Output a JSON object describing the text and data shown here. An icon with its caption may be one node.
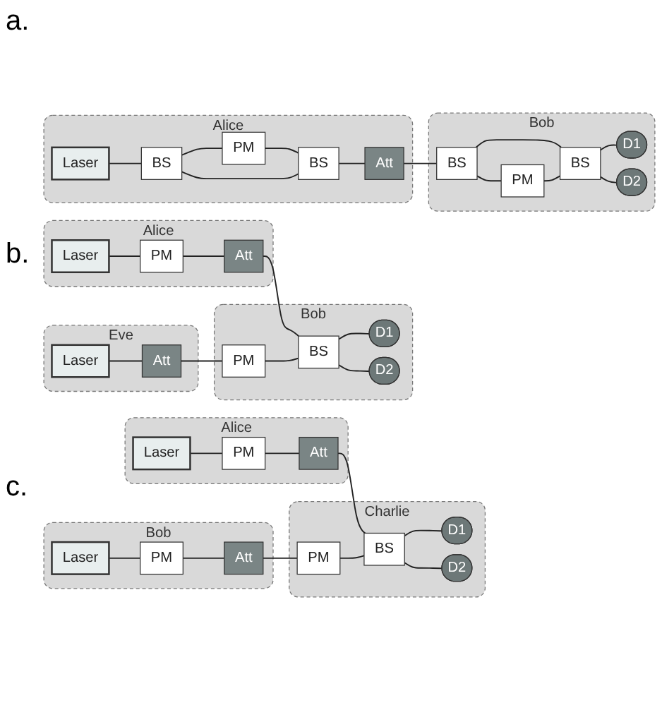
{
  "diagram": {
    "nodes": [
      {
        "text": [
          "Alice"
        ]
      },
      {
        "text": [
          "Laser"
        ],
        "in": 0
      },
      {
        "text": [
          "BS"
        ],
        "in": 0
      },
      {
        "text": [
          "PM"
        ],
        "in": 0
      },
      {
        "text": [
          "BS"
        ],
        "in": 0
      },
      {
        "text": [
          "Att"
        ],
        "in": 0
      },
      {
        "text": [
          "Bob"
        ]
      },
      {
        "text": [
          "BS"
        ],
        "in": 6
      },
      {
        "text": [
          "PM"
        ],
        "in": 6
      },
      {
        "text": [
          "BS"
        ],
        "in": 6
      },
      {
        "text": [
          "D1"
        ],
        "in": 6
      },
      {
        "text": [
          "D2"
        ],
        "in": 6
      },
      {
        "text": [
          "Alice"
        ]
      },
      {
        "text": [
          "Laser"
        ],
        "in": 12
      },
      {
        "text": [
          "PM"
        ],
        "in": 12
      },
      {
        "text": [
          "Att"
        ],
        "in": 12
      },
      {
        "text": [
          "Eve"
        ]
      },
      {
        "text": [
          "Laser"
        ],
        "in": 16
      },
      {
        "text": [
          "Att"
        ],
        "in": 16
      },
      {
        "text": [
          "Bob"
        ]
      },
      {
        "text": [
          "PM"
        ],
        "in": 19
      },
      {
        "text": [
          "BS"
        ],
        "in": 19
      },
      {
        "text": [
          "D1"
        ],
        "in": 19
      },
      {
        "text": [
          "D2"
        ],
        "in": 19
      },
      {
        "text": [
          "Alice"
        ]
      },
      {
        "text": [
          "Laser"
        ],
        "in": 24
      },
      {
        "text": [
          "PM"
        ],
        "in": 24
      },
      {
        "text": [
          "Att"
        ],
        "in": 24
      },
      {
        "text": [
          "Bob"
        ]
      },
      {
        "text": [
          "Laser"
        ],
        "in": 28
      },
      {
        "text": [
          "PM"
        ],
        "in": 28
      },
      {
        "text": [
          "Att"
        ],
        "in": 28
      },
      {
        "text": [
          "Charlie"
        ]
      },
      {
        "text": [
          "PM"
        ],
        "in": 32
      },
      {
        "text": [
          "BS"
        ],
        "in": 32
      },
      {
        "text": [
          "D1"
        ],
        "in": 32
      },
      {
        "text": [
          "D2"
        ],
        "in": 32
      }
    ],
    "edges": [
      {
        "from": 1,
        "to": 2,
        "arrow": "none"
      },
      {
        "from": 2,
        "to": 3,
        "arrow": "none"
      },
      {
        "from": 3,
        "to": 4,
        "arrow": "none"
      },
      {
        "from": 2,
        "to": 4,
        "arrow": "none"
      },
      {
        "from": 4,
        "to": 5,
        "arrow": "none"
      },
      {
        "from": 5,
        "to": 7,
        "arrow": "none"
      },
      {
        "from": 7,
        "to": 9,
        "arrow": "none"
      },
      {
        "from": 7,
        "to": 8,
        "arrow": "none"
      },
      {
        "from": 8,
        "to": 9,
        "arrow": "none"
      },
      {
        "from": 9,
        "to": 10,
        "arrow": "none"
      },
      {
        "from": 9,
        "to": 11,
        "arrow": "none"
      },
      {
        "from": 13,
        "to": 14,
        "arrow": "none"
      },
      {
        "from": 14,
        "to": 15,
        "arrow": "none"
      },
      {
        "from": 15,
        "to": 21,
        "arrow": "none"
      },
      {
        "from": 17,
        "to": 18,
        "arrow": "none"
      },
      {
        "from": 18,
        "to": 20,
        "arrow": "none"
      },
      {
        "from": 20,
        "to": 21,
        "arrow": "none"
      },
      {
        "from": 21,
        "to": 22,
        "arrow": "none"
      },
      {
        "from": 21,
        "to": 23,
        "arrow": "none"
      },
      {
        "from": 25,
        "to": 26,
        "arrow": "none"
      },
      {
        "from": 26,
        "to": 27,
        "arrow": "none"
      },
      {
        "from": 27,
        "to": 34,
        "arrow": "none"
      },
      {
        "from": 29,
        "to": 30,
        "arrow": "none"
      },
      {
        "from": 30,
        "to": 31,
        "arrow": "none"
      },
      {
        "from": 31,
        "to": 33,
        "arrow": "none"
      },
      {
        "from": 33,
        "to": 34,
        "arrow": "none"
      },
      {
        "from": 34,
        "to": 35,
        "arrow": "none"
      },
      {
        "from": 34,
        "to": 36,
        "arrow": "none"
      }
    ],
    "labels": [
      "a.",
      "b.",
      "c."
    ]
  }
}
